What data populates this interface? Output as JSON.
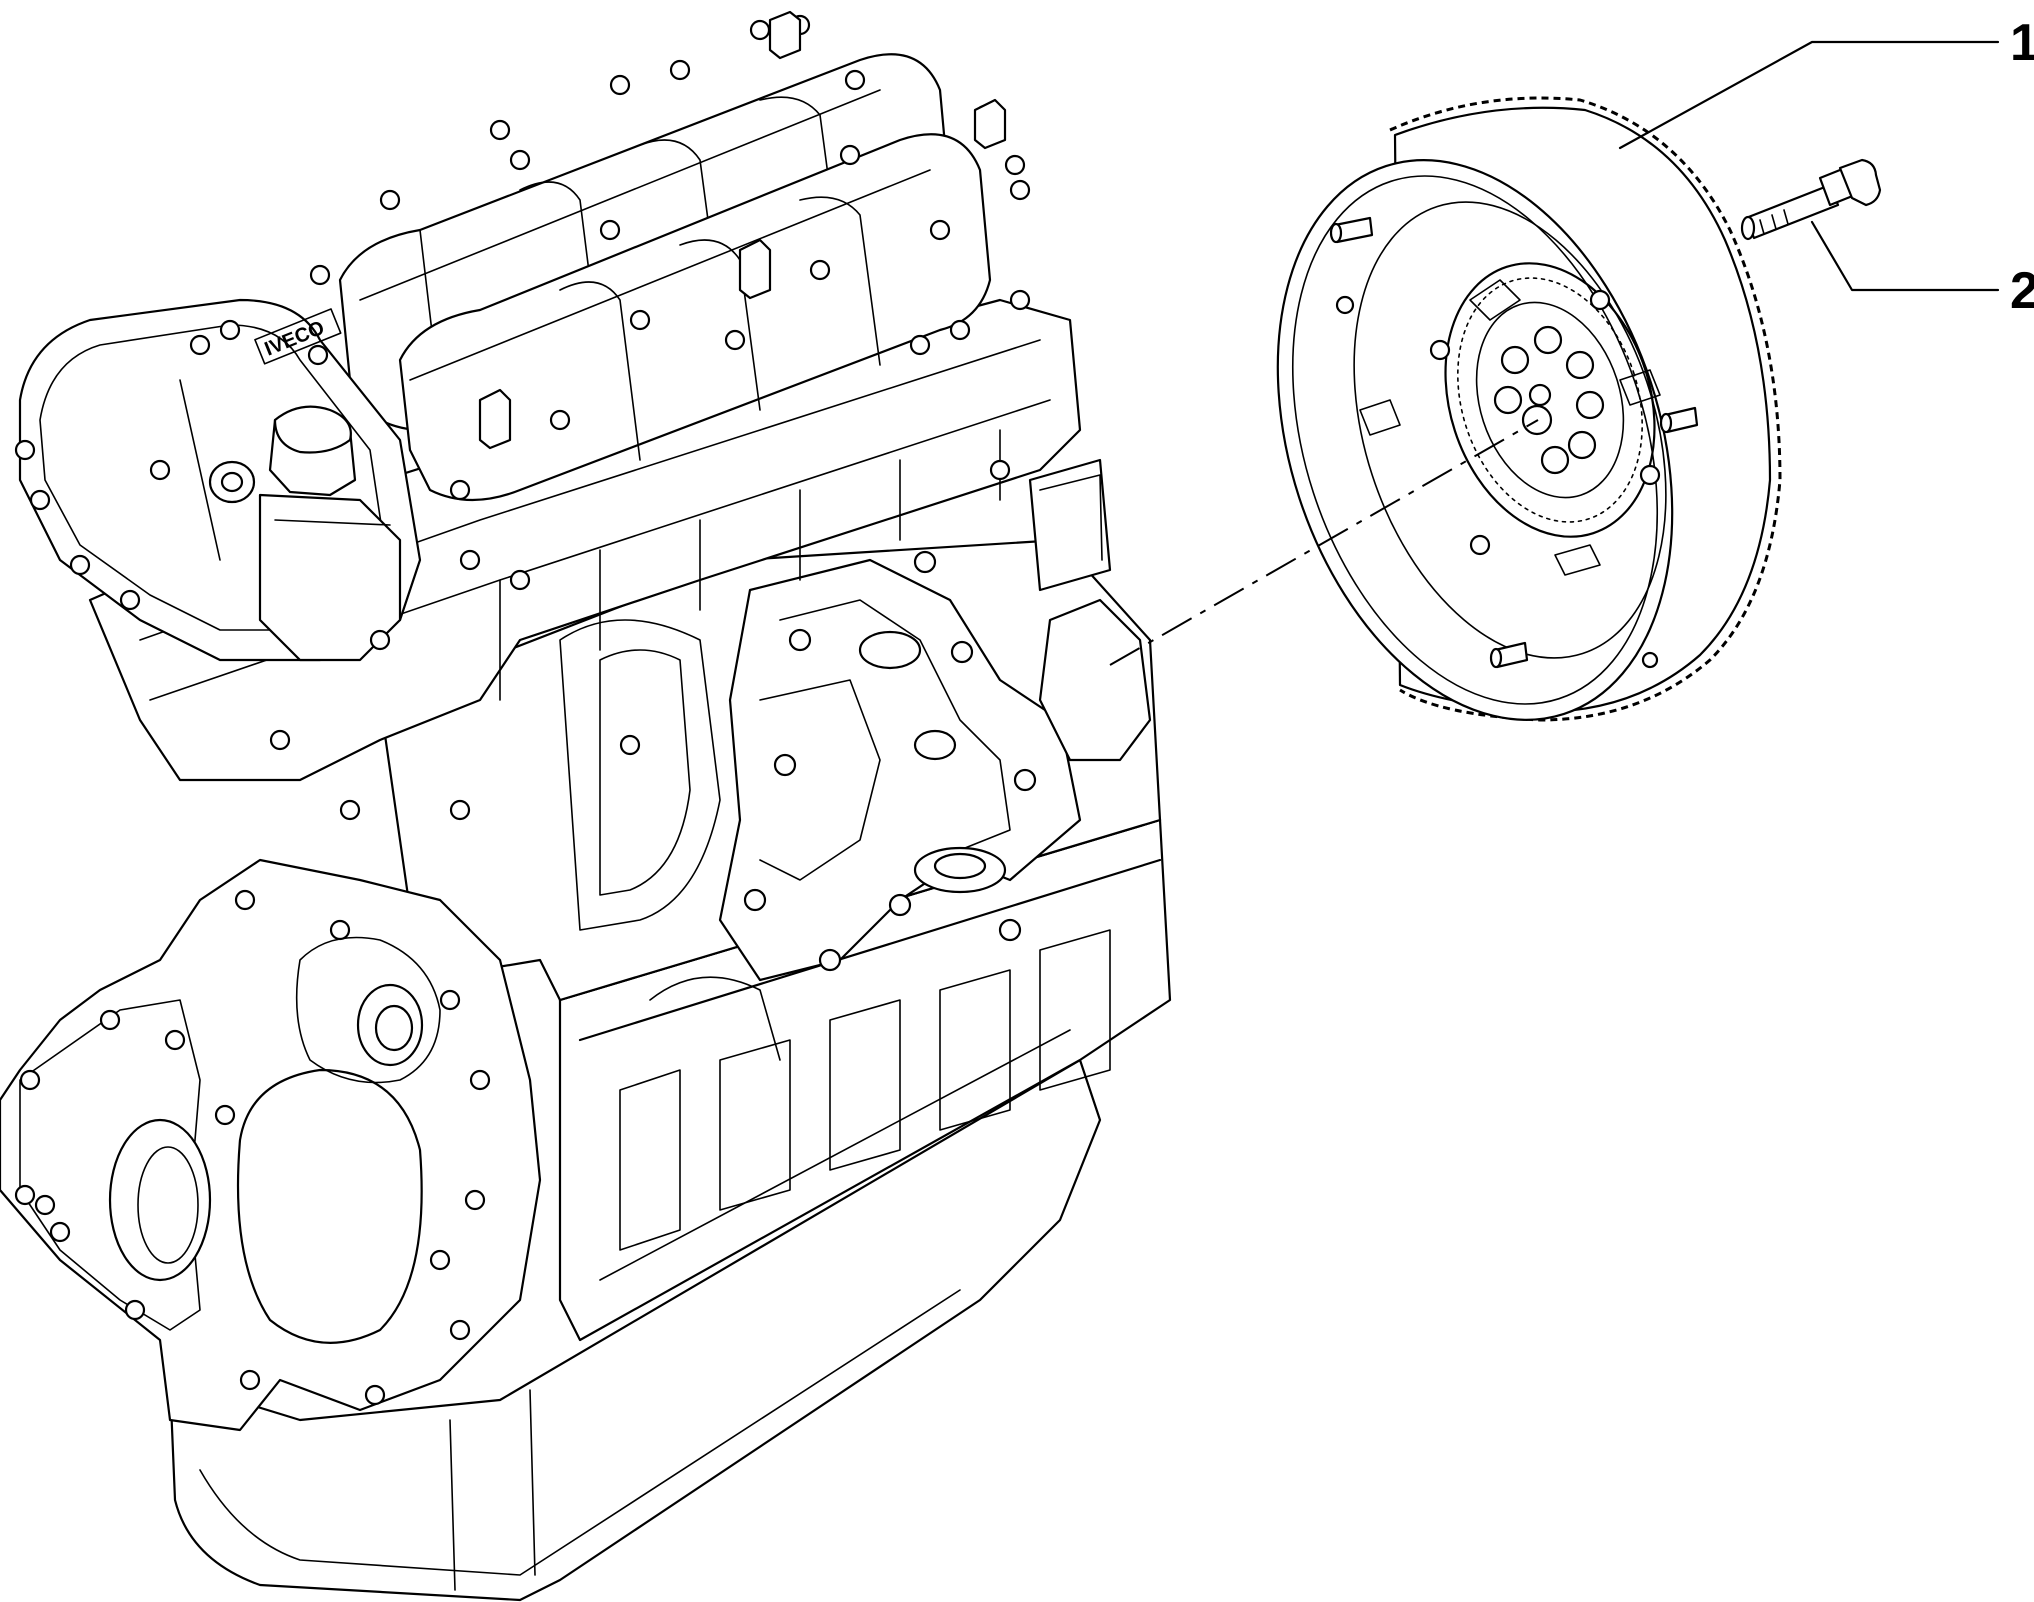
{
  "diagram": {
    "logo_text": "IVECO",
    "callouts": [
      {
        "id": "1",
        "label": "1",
        "part": "flywheel"
      },
      {
        "id": "2",
        "label": "2",
        "part": "flywheel-bolt"
      }
    ]
  }
}
